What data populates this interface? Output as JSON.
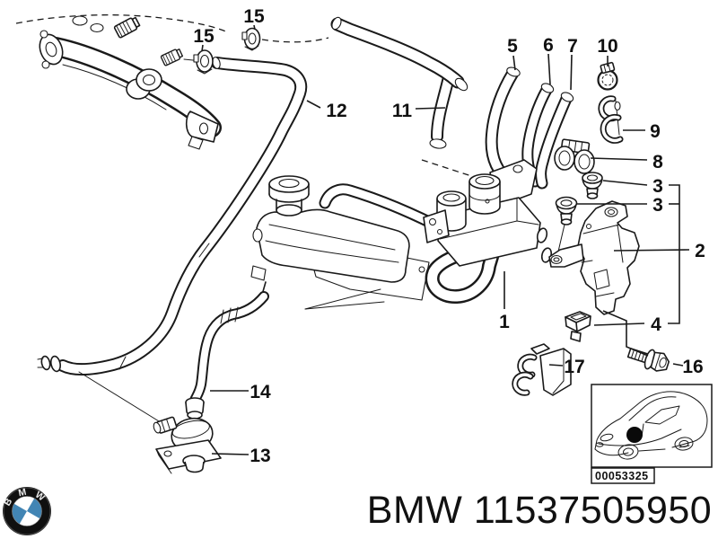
{
  "colors": {
    "ink": "#1a1a1a",
    "background": "#ffffff",
    "roundel_black": "#101010",
    "roundel_blue": "#4285b4"
  },
  "footer": {
    "brand": "BMW",
    "part_number": "11537505950",
    "caption": "BMW 11537505950"
  },
  "inset": {
    "code": "00053325"
  },
  "logo": {
    "letters": [
      "B",
      "M",
      "W"
    ]
  },
  "callouts": [
    {
      "label": "15"
    },
    {
      "label": "15"
    },
    {
      "label": "12"
    },
    {
      "label": "11"
    },
    {
      "label": "5"
    },
    {
      "label": "6"
    },
    {
      "label": "7"
    },
    {
      "label": "10"
    },
    {
      "label": "9"
    },
    {
      "label": "8"
    },
    {
      "label": "3"
    },
    {
      "label": "3"
    },
    {
      "label": "2"
    },
    {
      "label": "4"
    },
    {
      "label": "16"
    },
    {
      "label": "17"
    },
    {
      "label": "1"
    },
    {
      "label": "14"
    },
    {
      "label": "13"
    }
  ]
}
